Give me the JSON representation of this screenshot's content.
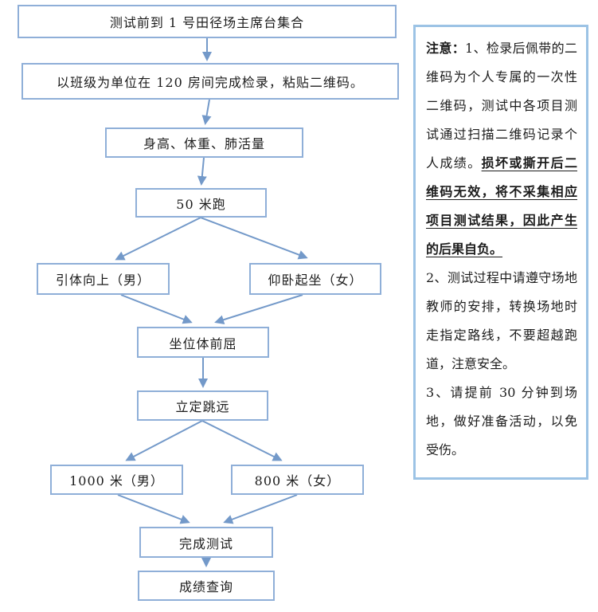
{
  "colors": {
    "box_border": "#8FAFD8",
    "arrow": "#7399C9",
    "note_border": "#9CC3E5",
    "text": "#1c1c1c"
  },
  "flowchart": {
    "type": "flowchart",
    "boxes": [
      {
        "id": "gather",
        "label": "测试前到 1 号田径场主席台集合"
      },
      {
        "id": "checkin",
        "label": "以班级为单位在 120 房间完成检录，粘贴二维码。"
      },
      {
        "id": "body-measure",
        "label": "身高、体重、肺活量"
      },
      {
        "id": "run-50m",
        "label": "50 米跑"
      },
      {
        "id": "pull-up-male",
        "label": "引体向上（男）"
      },
      {
        "id": "sit-up-female",
        "label": "仰卧起坐（女）"
      },
      {
        "id": "sit-and-reach",
        "label": "坐位体前屈"
      },
      {
        "id": "standing-jump",
        "label": "立定跳远"
      },
      {
        "id": "run-1000m-male",
        "label": "1000 米（男）"
      },
      {
        "id": "run-800m-female",
        "label": "800 米（女）"
      },
      {
        "id": "finish-test",
        "label": "完成测试"
      },
      {
        "id": "score-query",
        "label": "成绩查询"
      }
    ],
    "edges": [
      [
        "gather",
        "checkin"
      ],
      [
        "checkin",
        "body-measure"
      ],
      [
        "body-measure",
        "run-50m"
      ],
      [
        "run-50m",
        "pull-up-male"
      ],
      [
        "run-50m",
        "sit-up-female"
      ],
      [
        "pull-up-male",
        "sit-and-reach"
      ],
      [
        "sit-up-female",
        "sit-and-reach"
      ],
      [
        "sit-and-reach",
        "standing-jump"
      ],
      [
        "standing-jump",
        "run-1000m-male"
      ],
      [
        "standing-jump",
        "run-800m-female"
      ],
      [
        "run-1000m-male",
        "finish-test"
      ],
      [
        "run-800m-female",
        "finish-test"
      ],
      [
        "finish-test",
        "score-query"
      ]
    ]
  },
  "note": {
    "paragraphs": [
      {
        "segments": [
          {
            "text": "注意：",
            "bold": true,
            "underline": false
          },
          {
            "text": "1、检录后佩带的二维码为个人专属的一次性二维码，测试中各项目测试通过扫描二维码记录个人成绩。",
            "bold": false,
            "underline": false
          },
          {
            "text": "损坏或撕开后二维码无效，将不采集相应项目测试结果，因此产生的后果自负。 ",
            "bold": true,
            "underline": true
          }
        ]
      },
      {
        "segments": [
          {
            "text": "2、测试过程中请遵守场地教师的安排，转换场地时走指定路线，不要超越跑道，注意安全。",
            "bold": false,
            "underline": false
          }
        ]
      },
      {
        "segments": [
          {
            "text": "3、请提前 30 分钟到场地，做好准备活动，以免受伤。",
            "bold": false,
            "underline": false
          }
        ]
      }
    ]
  }
}
